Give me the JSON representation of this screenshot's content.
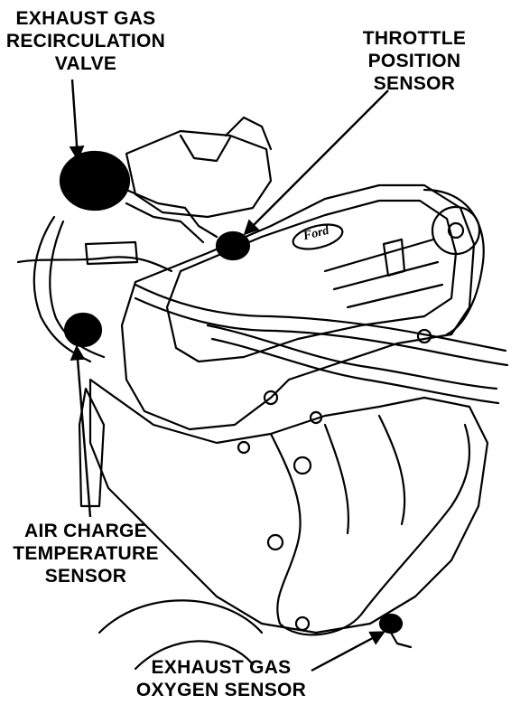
{
  "labels": {
    "egr_valve": [
      "EXHAUST GAS",
      "RECIRCULATION",
      "VALVE"
    ],
    "throttle_position_sensor": [
      "THROTTLE",
      "POSITION",
      "SENSOR"
    ],
    "air_charge_temperature_sensor": [
      "AIR CHARGE",
      "TEMPERATURE",
      "SENSOR"
    ],
    "exhaust_gas_oxygen_sensor": [
      "EXHAUST GAS",
      "OXYGEN SENSOR"
    ]
  },
  "engine_badge": "Ford",
  "colors": {
    "ink": "#000000",
    "paper": "#ffffff"
  }
}
